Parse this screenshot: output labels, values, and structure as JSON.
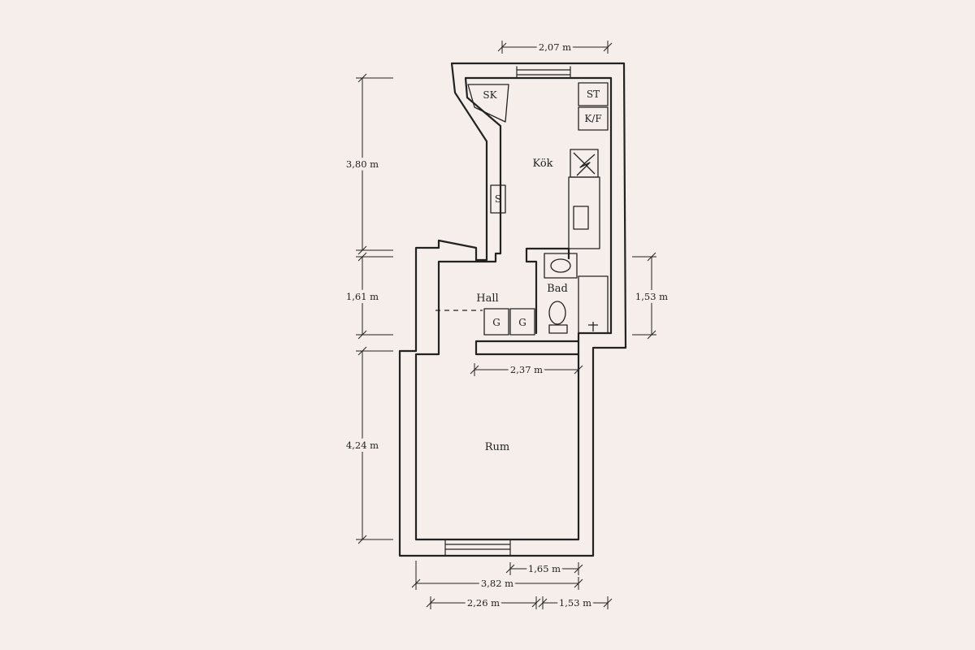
{
  "rooms": {
    "kitchen": "Kök",
    "bathroom": "Bad",
    "hall": "Hall",
    "room": "Rum"
  },
  "fixtures": {
    "sk": "SK",
    "st": "ST",
    "kf": "K/F",
    "s": "S",
    "g1": "G",
    "g2": "G"
  },
  "dimensions": {
    "top_width": "2,07 m",
    "kitchen_height": "3,80 m",
    "hall_height": "1,61 m",
    "room_height": "4,24 m",
    "bath_height": "1,53 m",
    "room_inner_width": "2,37 m",
    "window_width": "1,65 m",
    "total_width": "3,82 m",
    "bottom_left": "2,26 m",
    "bottom_right": "1,53 m"
  }
}
